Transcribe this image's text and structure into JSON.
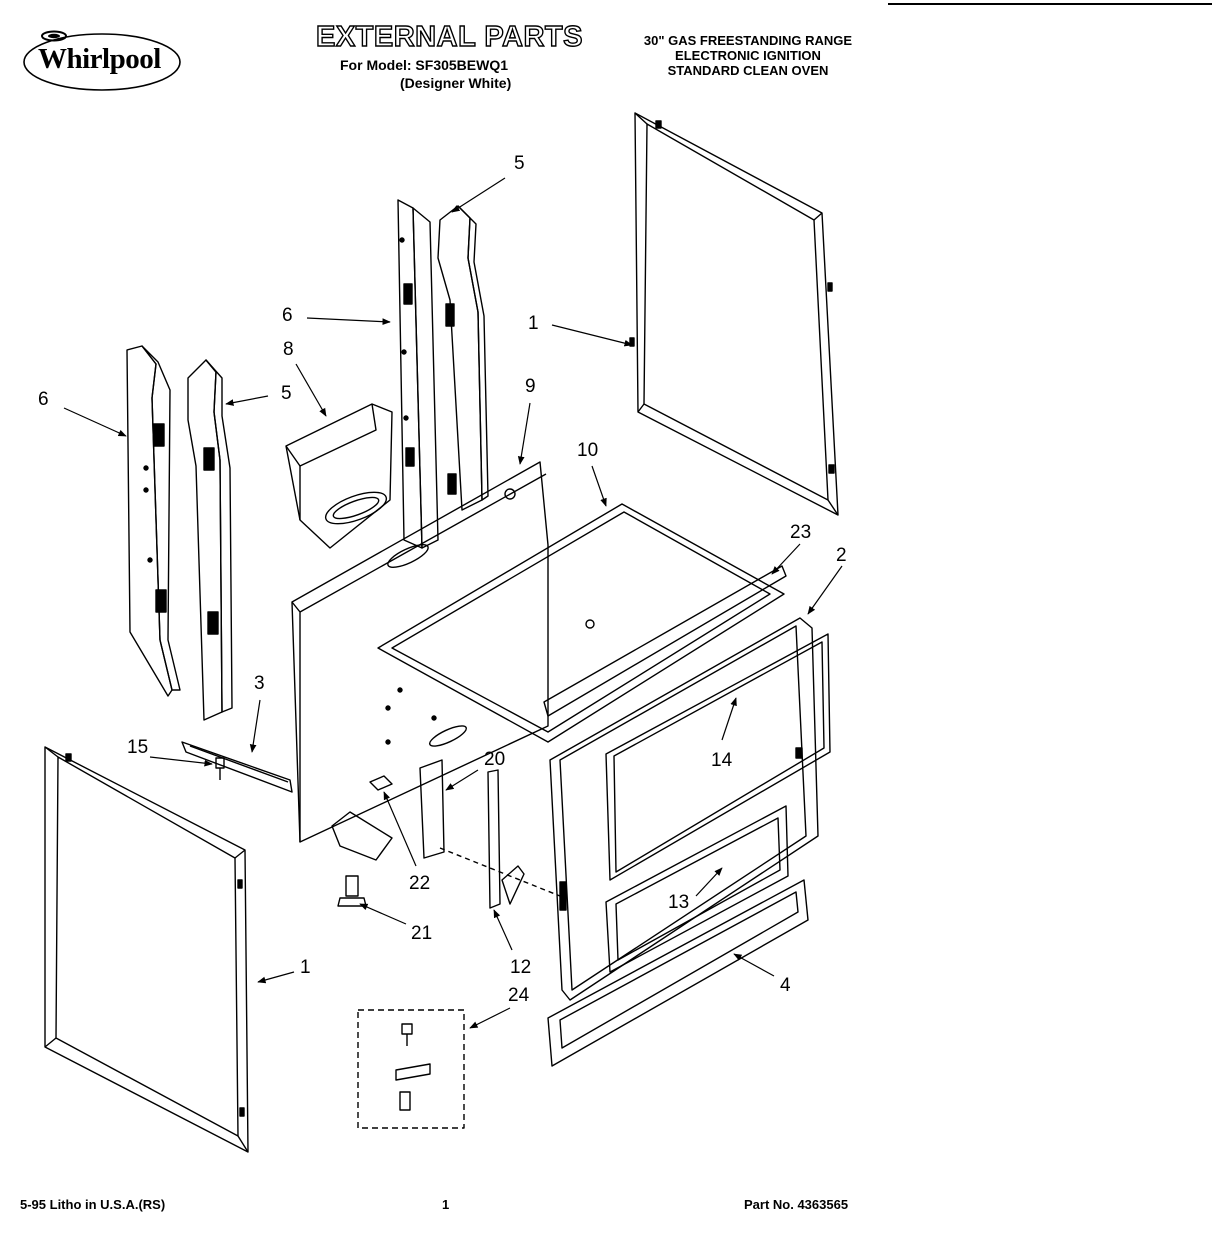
{
  "header": {
    "brand": "Whirlpool",
    "title": "EXTERNAL PARTS",
    "model_line": "For Model: SF305BEWQ1",
    "variant": "(Designer White)",
    "description": [
      "30\" GAS FREESTANDING RANGE",
      "ELECTRONIC IGNITION",
      "STANDARD CLEAN OVEN"
    ]
  },
  "callouts": {
    "c5a": "5",
    "c6a": "6",
    "c1a": "1",
    "c8": "8",
    "c9": "9",
    "c6b": "6",
    "c5b": "5",
    "c10": "10",
    "c23": "23",
    "c2": "2",
    "c3": "3",
    "c15": "15",
    "c20": "20",
    "c14": "14",
    "c22": "22",
    "c13": "13",
    "c21": "21",
    "c12": "12",
    "c1b": "1",
    "c4": "4",
    "c24": "24"
  },
  "footer": {
    "litho": "5-95 Litho in U.S.A.(RS)",
    "page": "1",
    "part_no": "Part No. 4363565"
  }
}
